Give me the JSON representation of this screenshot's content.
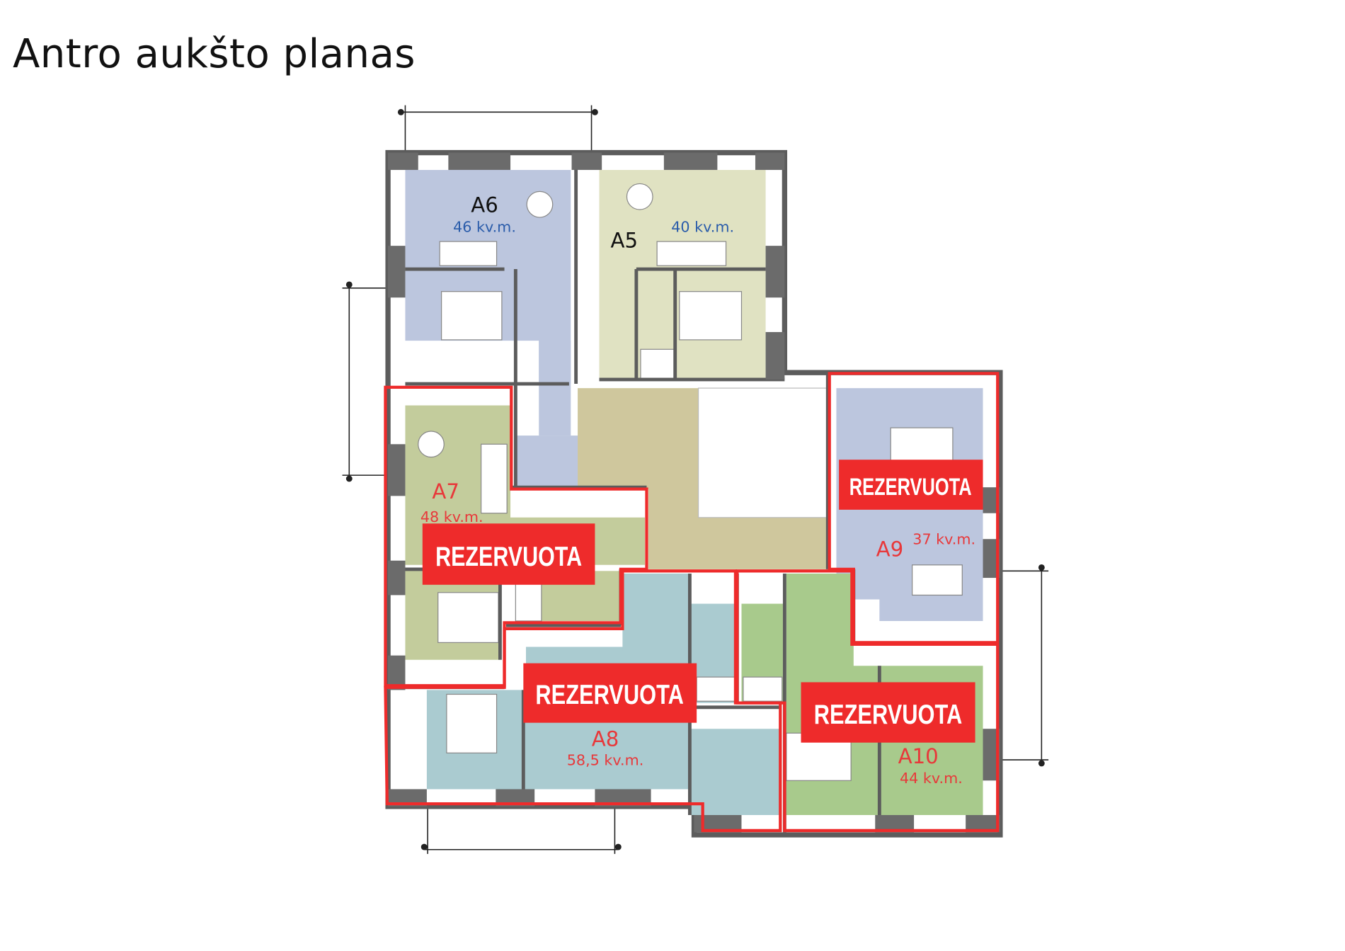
{
  "title": "Antro aukšto planas",
  "colors": {
    "reserved": "#ee2b2b",
    "area_text_available": "#2a5caa",
    "area_text_reserved": "#e8383a",
    "wall": "#5c5c5c"
  },
  "apartments": [
    {
      "id": "A6",
      "area": "46 kv.m.",
      "status": "available"
    },
    {
      "id": "A5",
      "area": "40 kv.m.",
      "status": "available"
    },
    {
      "id": "A7",
      "area": "48 kv.m.",
      "status": "reserved"
    },
    {
      "id": "A8",
      "area": "58,5 kv.m.",
      "status": "reserved"
    },
    {
      "id": "A9",
      "area": "37 kv.m.",
      "status": "reserved"
    },
    {
      "id": "A10",
      "area": "44 kv.m.",
      "status": "reserved"
    }
  ],
  "reserved_label": "REZERVUOTA"
}
